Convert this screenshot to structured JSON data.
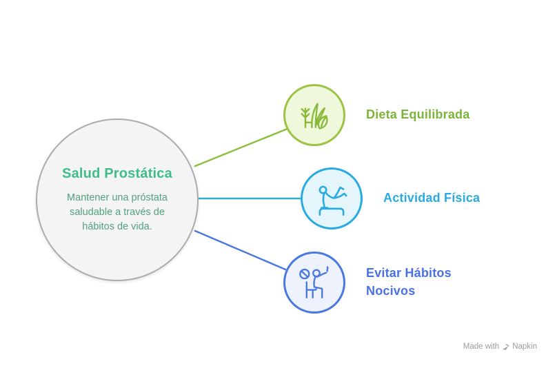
{
  "diagram": {
    "background": "#ffffff",
    "watermark": {
      "prefix": "Made with",
      "brand": "Napkin",
      "color": "#9b9b9b"
    }
  },
  "center": {
    "title": "Salud Prostática",
    "description": "Mantener una próstata saludable a través de hábitos de vida.",
    "title_color": "#3ebd8b",
    "description_color": "#50a07f",
    "fill": "#f4f4f4",
    "border_color": "#ababab"
  },
  "branches": [
    {
      "label": "Dieta Equilibrada",
      "label_color": "#7cb43a",
      "line_color": "#8cbe3f",
      "circle_fill": "#f0f8dc",
      "circle_border": "#9dc344",
      "icon": "plant-leaf-icon"
    },
    {
      "label": "Actividad Física",
      "label_color": "#29abe2",
      "line_color": "#29abe2",
      "circle_fill": "#e4f5fc",
      "circle_border": "#29abe2",
      "icon": "gymnast-icon"
    },
    {
      "label": "Evitar Hábitos Nocivos",
      "label_color": "#4a70e2",
      "line_color": "#4a78e0",
      "circle_fill": "#eef2fc",
      "circle_border": "#4a78e0",
      "icon": "no-smoking-icon"
    }
  ]
}
